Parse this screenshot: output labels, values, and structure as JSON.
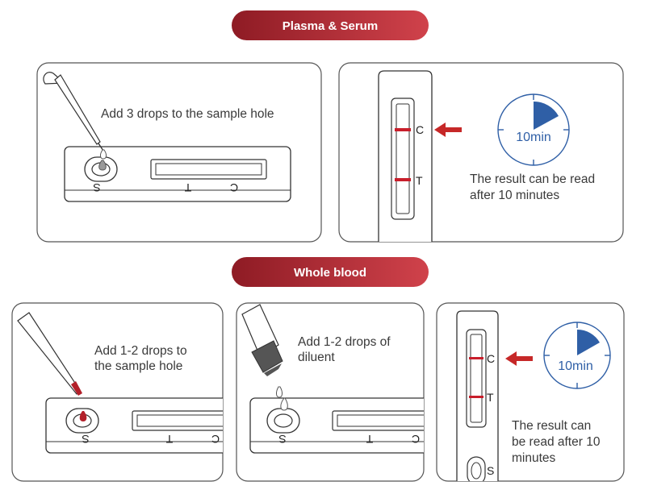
{
  "sections": {
    "plasma_serum": {
      "title": "Plasma & Serum"
    },
    "whole_blood": {
      "title": "Whole blood"
    }
  },
  "steps": {
    "ps_add": {
      "line1": "Add 3 drops to the sample hole"
    },
    "ps_result": {
      "line1": "The result can be read",
      "line2": "after 10 minutes"
    },
    "wb_add": {
      "line1": "Add 1-2 drops to",
      "line2": "the sample hole"
    },
    "wb_diluent": {
      "line1": "Add 1-2 drops of",
      "line2": "diluent"
    },
    "wb_result": {
      "line1": "The result can",
      "line2": "be read after 10",
      "line3": "minutes"
    }
  },
  "cassette_labels": {
    "sample": "S",
    "test": "T",
    "control": "C"
  },
  "timer": {
    "label": "10min"
  },
  "colors": {
    "pill_start": "#8e1b24",
    "pill_end": "#d0424b",
    "result_line": "#c81e2b",
    "arrow": "#c62828",
    "timer_blue": "#2f5fa6",
    "blood": "#b3202a",
    "dropper_dark": "#555555"
  }
}
